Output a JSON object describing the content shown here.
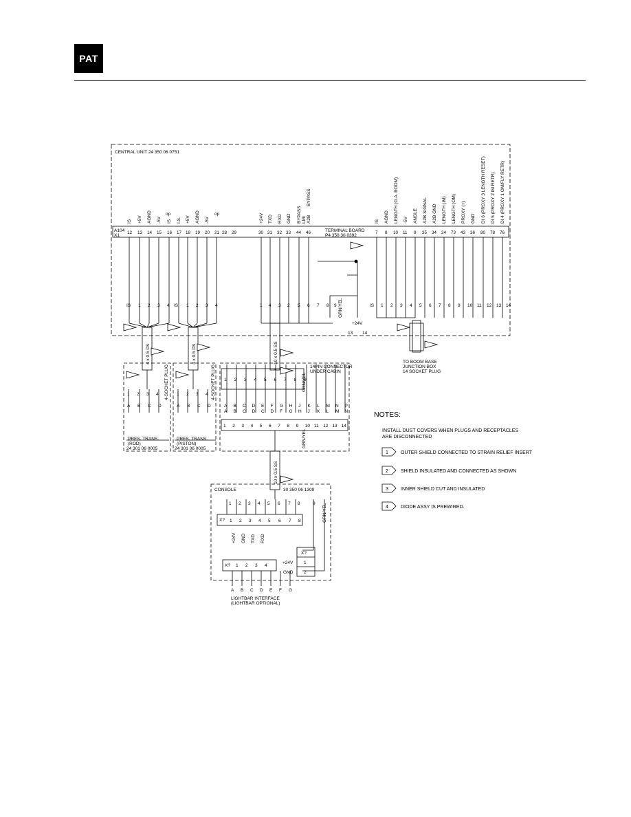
{
  "header": {
    "logo_text": "PAT"
  },
  "central_unit": {
    "title": "CENTRAL UNIT 24 350 06 0751",
    "board_id": [
      "A104",
      "X1"
    ],
    "terminal_board": [
      "TERMINAL BOARD",
      "P4 350 30 0392"
    ],
    "terminals": [
      "12",
      "13",
      "14",
      "15",
      "16",
      "17",
      "18",
      "19",
      "20",
      "21",
      "28",
      "29",
      "30",
      "31",
      "32",
      "33",
      "44",
      "46",
      "7",
      "8",
      "10",
      "11",
      "9",
      "35",
      "34",
      "24",
      "73",
      "43",
      "36",
      "80",
      "78",
      "76"
    ],
    "signals_left": [
      "IS",
      "+5V",
      "AGND",
      "-5V",
      "IS",
      "I.S.",
      "+5V",
      "AGND",
      "-5V"
    ],
    "signals_mid": [
      "+24V",
      "TXD",
      "RXD",
      "GND",
      "BYPASS",
      "LMI",
      "BYPASS",
      "A2B"
    ],
    "signals_right": [
      "IS",
      "AGND",
      "LENGTH (O.A. BOOM)",
      "-5V",
      "ANGLE",
      "A2B SIGNAL",
      "A2B GND",
      "LENGTH (IM)",
      "LENGTH (OM)",
      "PROXY (+)",
      "GND",
      "DI 6 (PROXY 3 LENGTH RESET)",
      "DI 5 (PROXY 2 IM RETR)",
      "DI 4 (PROXY 1 OM/FLY RETR)"
    ],
    "op_label": "op",
    "diode_label": "+24V",
    "diode_pins": [
      "13",
      "14"
    ]
  },
  "cables": {
    "cable_4x05": "4 x 0.5 DS",
    "cable_10x05": "10 x 0.5 SS",
    "is_label": "IS",
    "grn_yel": "GRN/YEL"
  },
  "plugs": {
    "rod_plug_label": "4-SOCKET PLUG",
    "piston_plug_label": "4-SOCKET PLUG",
    "connector_14pin": [
      "14PIN CONNECTOR",
      "UNDER CABIN"
    ],
    "connector_letters": [
      "A",
      "B",
      "C",
      "D",
      "E",
      "F",
      "G",
      "H",
      "J",
      "K",
      "L",
      "M",
      "N",
      "P"
    ],
    "connector_letters_b": [
      "A",
      "B",
      "C",
      "D",
      "C",
      "D",
      "F",
      "G",
      "H",
      "J",
      "K",
      "L",
      "M",
      "N"
    ],
    "socket_letters": [
      "A",
      "B",
      "C",
      "D"
    ]
  },
  "transducers": {
    "rod": [
      "PRES. TRANS.",
      "(ROD)",
      "24 301 06 0005"
    ],
    "piston": [
      "PRES. TRANS.",
      "(PISTON)",
      "24 301 06 0005"
    ]
  },
  "boom_junction": [
    "TO BOOM BASE",
    "JUNCTION BOX",
    "14 SOCKET PLUG"
  ],
  "console": {
    "label": "CONSOLE",
    "part_no": "30 350 06 1309",
    "x_label": "X?",
    "pin_signals": [
      "+24V",
      "GND",
      "TXD",
      "RXD"
    ],
    "lightbar_pins": [
      "1",
      "2",
      "3",
      "4"
    ],
    "lightbar_letters": [
      "A",
      "B",
      "C",
      "D",
      "E",
      "F",
      "G"
    ],
    "lightbar_caption": [
      "LIGHTBAR INTERFACE",
      "(LIGHTBAR OPTIONAL)"
    ],
    "power_labels": [
      "+24V",
      "GND"
    ],
    "power_pins": [
      "X?",
      "1",
      "2"
    ]
  },
  "notes": {
    "title": "NOTES:",
    "intro": [
      "INSTALL DUST COVERS WHEN PLUGS AND RECEPTACLES",
      "ARE DISCONNECTED"
    ],
    "items": [
      {
        "num": "1",
        "text": "OUTER SHIELD CONNECTED TO STRAIN RELIEF INSERT"
      },
      {
        "num": "2",
        "text": "SHIELD INSULATED AND CONNECTED AS SHOWN"
      },
      {
        "num": "3",
        "text": "INNER SHIELD CUT AND INSULATED"
      },
      {
        "num": "4",
        "text": "DIODE ASSY IS PREWIRED."
      }
    ]
  }
}
